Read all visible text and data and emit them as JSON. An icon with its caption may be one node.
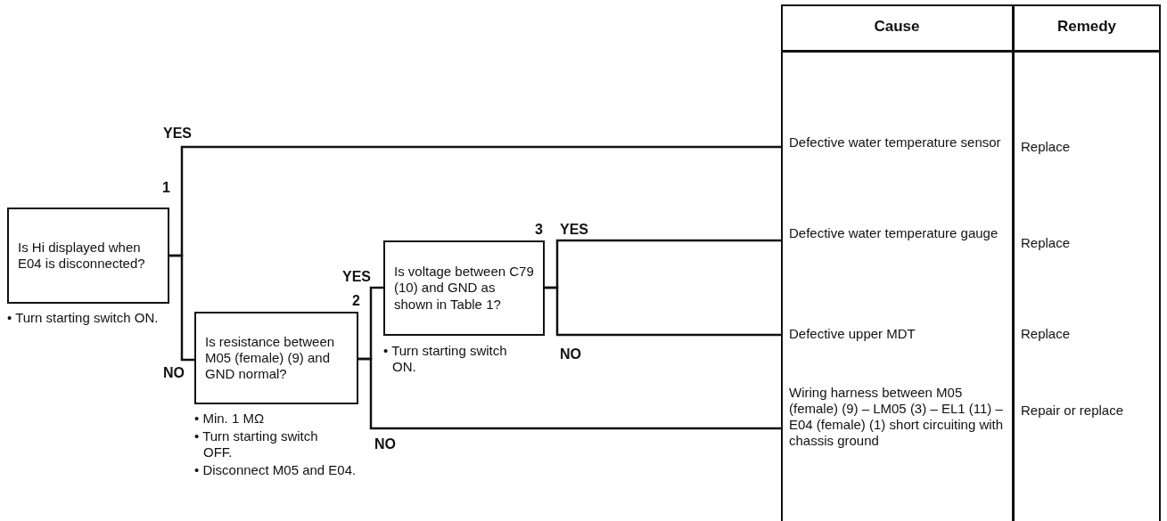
{
  "diagram": {
    "nodes": [
      {
        "text": [
          "Is Hi displayed when E04 is disconnected?"
        ],
        "beside": [
          "1",
          "• Turn starting switch ON."
        ]
      },
      {
        "text": [
          "Is resistance between M05 (female) (9) and GND normal?"
        ],
        "beside": [
          "2",
          "• Min. 1 MΩ",
          "• Turn starting switch OFF.",
          "• Disconnect M05 and E04."
        ]
      },
      {
        "text": [
          "Is voltage between C79 (10) and GND as shown in Table 1?"
        ],
        "beside": [
          "3",
          "• Turn starting switch ON."
        ]
      },
      {
        "text": [
          "Defective water temperature sensor"
        ]
      },
      {
        "text": [
          "Defective water temperature gauge"
        ]
      },
      {
        "text": [
          "Defective upper MDT"
        ]
      },
      {
        "text": [
          "Wiring harness between M05 (female) (9) – LM05 (3) – EL1 (11) – E04 (female) (1) short circuiting with chassis ground"
        ]
      }
    ],
    "edges": [
      {
        "from": 0,
        "to": 3,
        "arrow": "none",
        "label": "YES"
      },
      {
        "from": 0,
        "to": 1,
        "arrow": "none",
        "label": "NO"
      },
      {
        "from": 1,
        "to": 2,
        "arrow": "none",
        "label": "YES"
      },
      {
        "from": 1,
        "to": 6,
        "arrow": "none",
        "label": "NO"
      },
      {
        "from": 2,
        "to": 4,
        "arrow": "none",
        "label": "YES"
      },
      {
        "from": 2,
        "to": 5,
        "arrow": "none",
        "label": "NO"
      }
    ],
    "labels": [
      "Cause",
      "Remedy",
      "Replace",
      "Replace",
      "Replace",
      "Repair or replace"
    ]
  }
}
